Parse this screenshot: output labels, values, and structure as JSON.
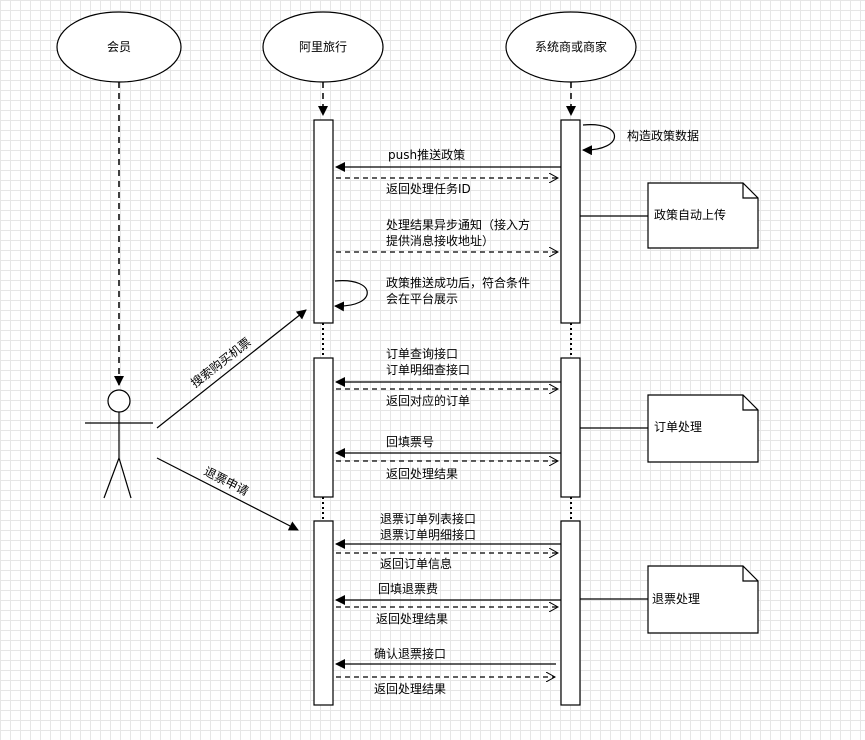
{
  "participants": {
    "member": "会员",
    "ali": "阿里旅行",
    "supplier": "系统商或商家"
  },
  "messages": {
    "self_build": "构造政策数据",
    "push": "push推送政策",
    "ret_task_id": "返回处理任务ID",
    "async_notify_1": "处理结果异步通知（接入方",
    "async_notify_2": "提供消息接收地址）",
    "show_1": "政策推送成功后，符合条件",
    "show_2": "会在平台展示",
    "search_buy": "搜索购买机票",
    "order_query": "订单查询接口",
    "order_detail": "订单明细查接口",
    "ret_order": "返回对应的订单",
    "fill_ticket_no": "回填票号",
    "ret_result_1": "返回处理结果",
    "refund_apply": "退票申请",
    "refund_list": "退票订单列表接口",
    "refund_detail": "退票订单明细接口",
    "ret_order_info": "返回订单信息",
    "fill_refund_fee": "回填退票费",
    "ret_result_2": "返回处理结果",
    "confirm_refund": "确认退票接口",
    "ret_result_3": "返回处理结果"
  },
  "notes": {
    "policy_upload": "政策自动上传",
    "order_processing": "订单处理",
    "refund_processing": "退票处理"
  }
}
